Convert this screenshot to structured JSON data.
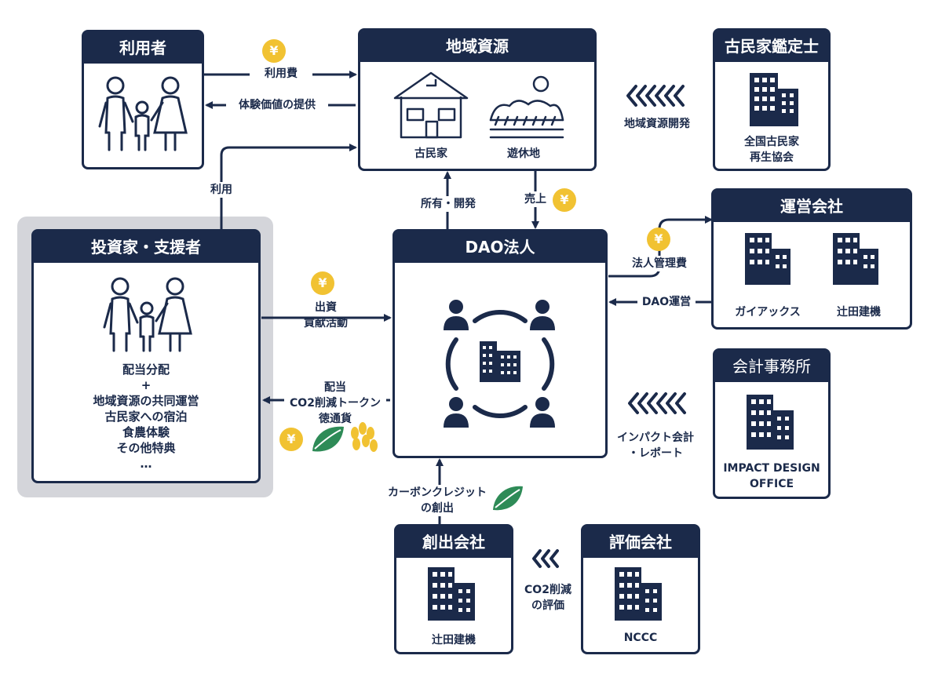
{
  "nodes": {
    "user": {
      "title": "利用者"
    },
    "resource": {
      "title": "地域資源",
      "house_label": "古民家",
      "land_label": "遊休地"
    },
    "appraiser": {
      "title": "古民家鑑定士",
      "org": "全国古民家\n再生協会"
    },
    "operator": {
      "title": "運営会社",
      "org1": "ガイアックス",
      "org2": "辻田建機"
    },
    "investor": {
      "title": "投資家・支援者",
      "benefits": [
        "配当分配",
        "+",
        "地域資源の共同運営",
        "古民家への宿泊",
        "食農体験",
        "その他特典",
        "…"
      ]
    },
    "dao": {
      "title": "DAO法人"
    },
    "accounting": {
      "title": "会計事務所",
      "org": "IMPACT DESIGN\nOFFICE"
    },
    "creator": {
      "title": "創出会社",
      "org": "辻田建機"
    },
    "evaluator": {
      "title": "評価会社",
      "org": "NCCC"
    }
  },
  "flows": {
    "usage_fee": "利用費",
    "experience": "体験価値の提供",
    "use": "利用",
    "resource_dev": "地域資源開発",
    "own_develop": "所有・開発",
    "sales": "売上",
    "mgmt_fee": "法人管理費",
    "dao_ops": "DAO運営",
    "invest": "出資\n貢献活動",
    "dividend": "配当\nCO2削減トークン\n徳通貨",
    "impact": "インパクト会計\n・レポート",
    "carbon": "カーボンクレジット\nの創出",
    "co2_eval": "CO2削減\nの評価"
  },
  "symbols": {
    "yen": "¥"
  },
  "colors": {
    "navy": "#1b2a4a",
    "gold": "#f1c232",
    "leaf": "#2e8b57",
    "grey": "#d4d5da"
  }
}
